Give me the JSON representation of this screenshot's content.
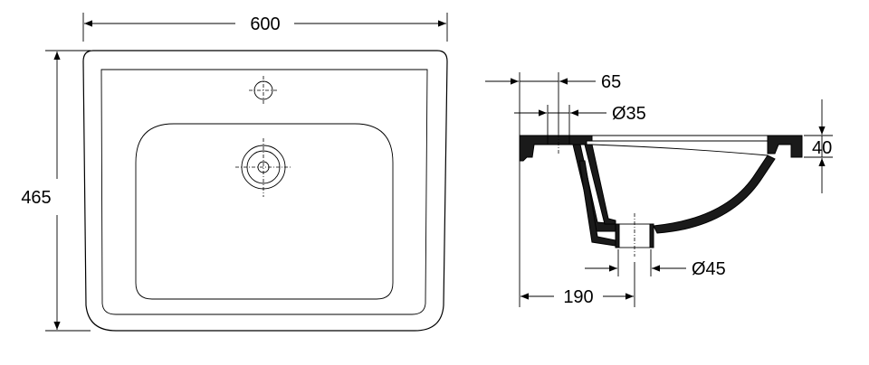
{
  "dimensions": {
    "width": "600",
    "height": "465",
    "tap_offset": "65",
    "tap_hole": "Ø35",
    "rim_height": "40",
    "drain_diameter": "Ø45",
    "drain_offset": "190"
  },
  "colors": {
    "line": "#000000",
    "background": "#ffffff",
    "section_fill": "#1a1a1a"
  }
}
